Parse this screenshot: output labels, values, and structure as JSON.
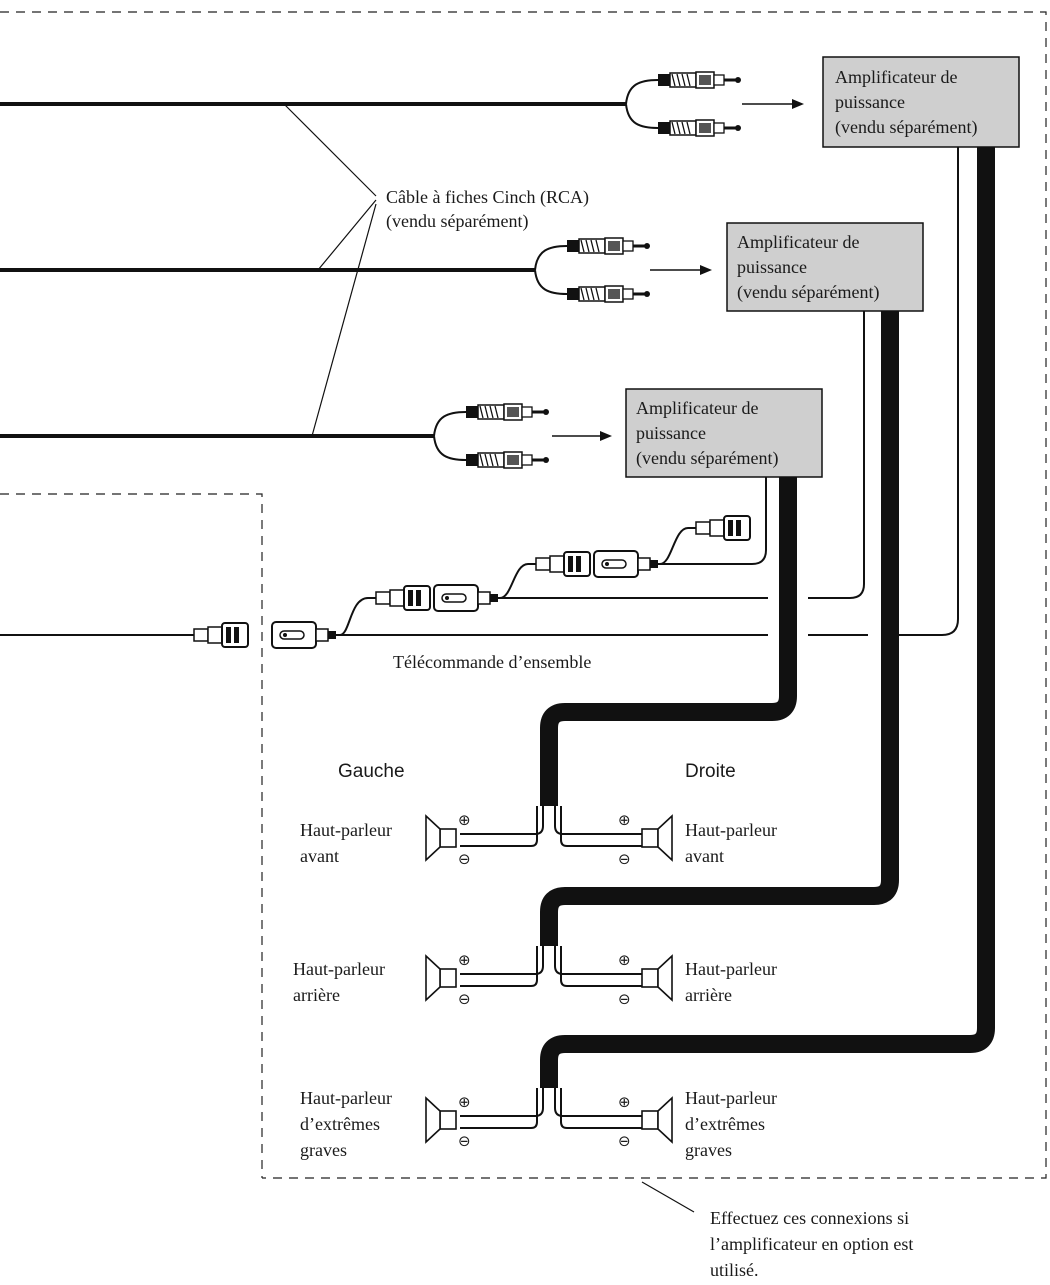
{
  "rca_cable_label": [
    "Câble à fiches Cinch (RCA)",
    "(vendu séparément)"
  ],
  "amplifiers": [
    {
      "lines": [
        "Amplificateur de",
        "puissance",
        "(vendu séparément)"
      ]
    },
    {
      "lines": [
        "Amplificateur de",
        "puissance",
        "(vendu séparément)"
      ]
    },
    {
      "lines": [
        "Amplificateur de",
        "puissance",
        "(vendu séparément)"
      ]
    }
  ],
  "remote_label": "Télécommande d’ensemble",
  "side_labels": {
    "left": "Gauche",
    "right": "Droite"
  },
  "speakers": {
    "front_left": [
      "Haut-parleur",
      "avant"
    ],
    "front_right": [
      "Haut-parleur",
      "avant"
    ],
    "rear_left": [
      "Haut-parleur",
      "arrière"
    ],
    "rear_right": [
      "Haut-parleur",
      "arrière"
    ],
    "sub_left": [
      "Haut-parleur",
      "d’extrêmes",
      "graves"
    ],
    "sub_right": [
      "Haut-parleur",
      "d’extrêmes",
      "graves"
    ]
  },
  "polarity": {
    "plus": "⊕",
    "minus": "⊖"
  },
  "note": [
    "Effectuez ces connexions si",
    "l’amplificateur en option est",
    "utilisé."
  ],
  "colors": {
    "amp_fill": "#cfcfcf",
    "line": "#111111",
    "background": "#ffffff"
  }
}
